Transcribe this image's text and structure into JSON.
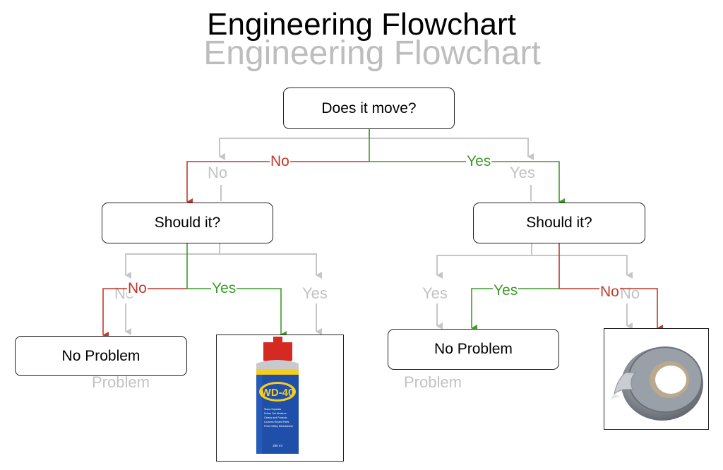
{
  "title": "Engineering Flowchart",
  "title_ghost": "Engineering Flowchart",
  "nodes": {
    "root": "Does it move?",
    "left": "Should it?",
    "right": "Should it?",
    "left_no": "No Problem",
    "right_yes": "No Problem"
  },
  "edge_labels": {
    "root_no": "No",
    "root_yes": "Yes",
    "left_no": "No",
    "left_yes": "Yes",
    "right_yes": "Yes",
    "right_no": "No"
  },
  "ghost_labels": {
    "root_no": "No",
    "root_yes": "Yes",
    "left_no": "No",
    "left_yes": "Yes",
    "right_yes": "Yes",
    "right_no": "No",
    "left_problem": "Problem",
    "right_problem": "Problem"
  },
  "images": {
    "wd40_brand": "WD-40",
    "wd40_bullets": [
      "Stops Squeaks",
      "Drives Out Moisture",
      "Cleans and Protects",
      "Loosens Rusted Parts",
      "Frees Sticky Mechanisms"
    ],
    "wd40_volume": "200 ml",
    "duct_tape": "duct-tape-roll"
  },
  "colors": {
    "no": "#c0392b",
    "yes": "#3e9a2b",
    "ghost": "#c2c2c2",
    "wd40_blue": "#1f4fa8",
    "wd40_yellow": "#f6cd1e",
    "wd40_red": "#d42a22",
    "tape_gray": "#8a9097"
  }
}
